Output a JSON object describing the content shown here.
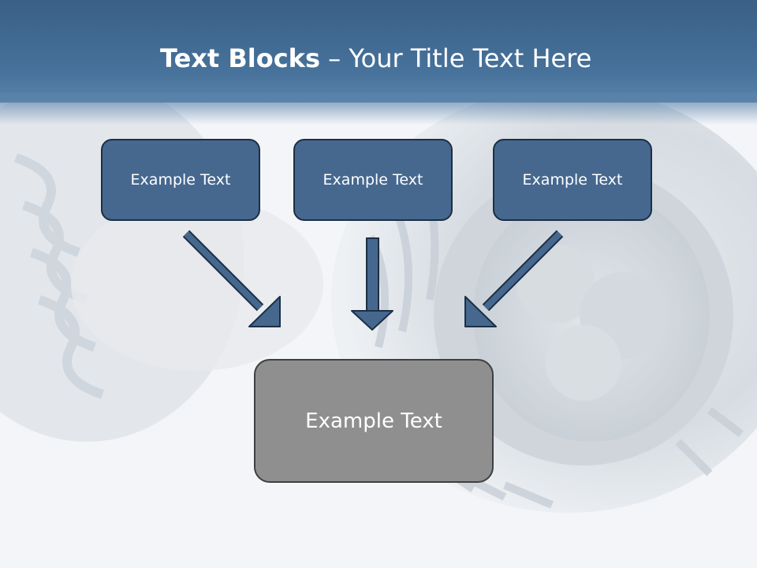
{
  "slide": {
    "title_bold": "Text Blocks",
    "title_dash": " – ",
    "title_rest": "Your Title Text Here"
  },
  "blocks": [
    {
      "label": "Example Text"
    },
    {
      "label": "Example Text"
    },
    {
      "label": "Example Text"
    }
  ],
  "target_block": {
    "label": "Example Text"
  },
  "colors": {
    "header": "#46729b",
    "block_fill": "#46688f",
    "block_border": "#1c2f45",
    "target_fill": "#8f8f8f",
    "arrow_fill": "#46688f"
  },
  "background_image": "led-bulbs-photo"
}
